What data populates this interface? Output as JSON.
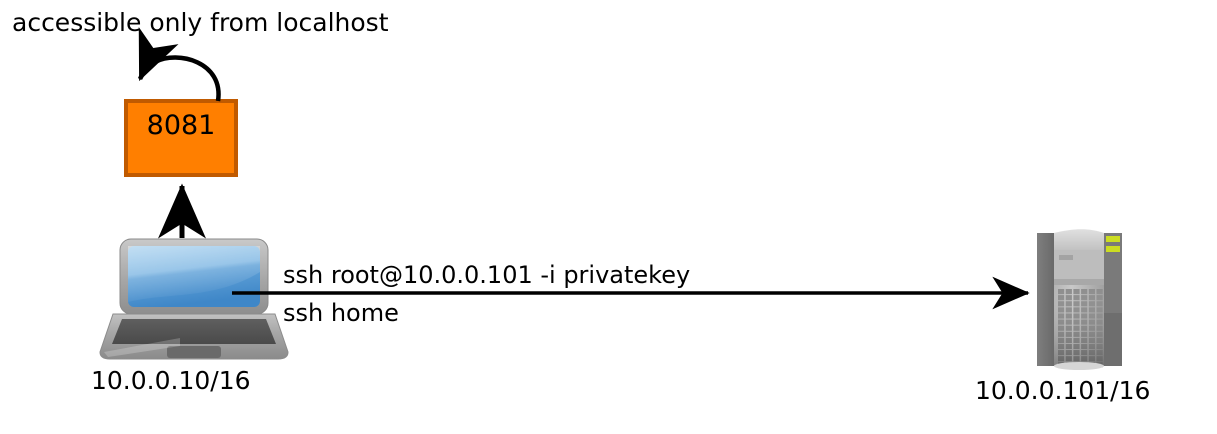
{
  "diagram": {
    "type": "network-topology",
    "background": "#ffffff",
    "title": "accessible only from localhost",
    "nodes": [
      {
        "id": "port-box",
        "kind": "port-box",
        "label": "8081",
        "fill": "#ff7f00",
        "border": "#c05a00",
        "text_color": "#000000"
      },
      {
        "id": "laptop",
        "kind": "laptop-icon",
        "ip_label": "10.0.0.10/16",
        "screen_top_color": "#8cc0e8",
        "screen_bottom_color": "#3f87c8",
        "body_color": "#9b9b9b"
      },
      {
        "id": "server",
        "kind": "server-icon",
        "ip_label": "10.0.0.101/16",
        "body_color": "#808080",
        "led_color": "#ccdd22"
      }
    ],
    "edges": [
      {
        "id": "self-loop",
        "from": "port-box",
        "to": "port-box",
        "style": "curved-self-loop",
        "arrowhead": "filled-triangle",
        "color": "#000000",
        "label": ""
      },
      {
        "id": "laptop-to-port",
        "from": "laptop",
        "to": "port-box",
        "style": "straight-vertical",
        "arrowhead": "filled-triangle",
        "color": "#000000",
        "label": ""
      },
      {
        "id": "laptop-to-server",
        "from": "laptop",
        "to": "server",
        "style": "straight-horizontal",
        "arrowhead": "filled-triangle",
        "color": "#000000",
        "label_above": "ssh root@10.0.0.101 -i privatekey",
        "label_below": "ssh home"
      }
    ]
  },
  "labels": {
    "title": "accessible only from localhost",
    "box_port": "8081",
    "ssh_command": "ssh root@10.0.0.101 -i privatekey",
    "ssh_alias": "ssh home",
    "laptop_ip": "10.0.0.10/16",
    "server_ip": "10.0.0.101/16"
  }
}
